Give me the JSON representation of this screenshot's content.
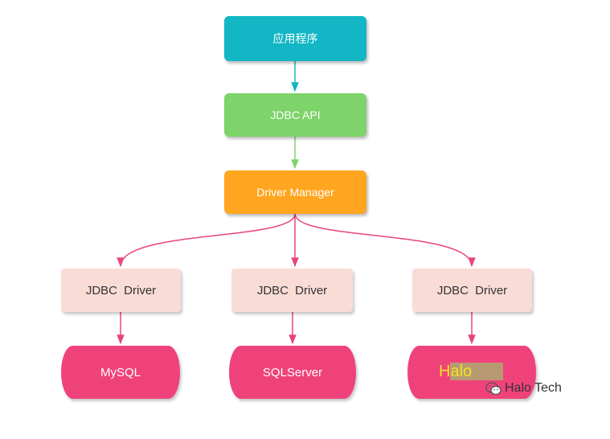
{
  "nodes": {
    "app": "应用程序",
    "jdbc_api": "JDBC API",
    "driver_manager": "Driver Manager",
    "drivers": [
      "JDBC  Driver",
      "JDBC  Driver",
      "JDBC  Driver"
    ],
    "databases": [
      "MySQL",
      "SQLServer",
      ""
    ]
  },
  "watermark": {
    "overlay_text": "Halo",
    "brand_text": "Halo Tech",
    "brand_icon": "wechat-icon"
  },
  "colors": {
    "app": "#12b6c4",
    "jdbc_api": "#7ed36a",
    "driver_manager": "#ffa51f",
    "driver": "#fadcd7",
    "database": "#f0427a",
    "arrow_teal": "#12b6c4",
    "arrow_green": "#7ed36a",
    "arrow_pink": "#e8457a"
  }
}
